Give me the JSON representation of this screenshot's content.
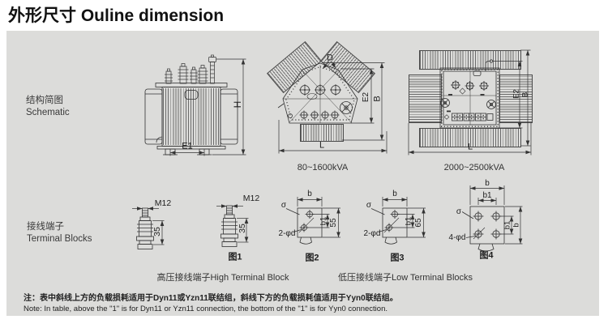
{
  "title": "外形尺寸 Ouline dimension",
  "colors": {
    "panel_bg": "#dcdcda",
    "line": "#333333"
  },
  "rows": {
    "schematic": {
      "label_zh": "结构简图",
      "label_en": "Schematic",
      "caption_mid": "80~1600kVA",
      "caption_right": "2000~2500kVA",
      "dims": {
        "h": "H",
        "e1": "E1",
        "d": "D",
        "e2": "E2",
        "b": "B",
        "l": "L"
      }
    },
    "terminal": {
      "label_zh": "接线端子",
      "label_en": "Terminal Blocks",
      "caption_high": "高压接线端子High Terminal Block",
      "caption_low": "低压接线端子Low Terminal Blocks",
      "fig1": {
        "thread": "M12",
        "height": "35",
        "caption": "图1"
      },
      "fig2": {
        "width": "b",
        "sigma": "σ",
        "width1": "b1",
        "height": "55",
        "holes": "2-φd",
        "caption": "图2"
      },
      "fig3": {
        "width": "b",
        "sigma": "σ",
        "width1": "b1",
        "height": "65",
        "holes": "2-φd",
        "caption": "图3"
      },
      "fig4": {
        "width": "b",
        "width1": "b1",
        "sigma": "σ",
        "holes": "4-φd",
        "caption": "图4"
      }
    }
  },
  "note": {
    "zh": "注：表中斜线上方的负载损耗适用于Dyn11或Yzn11联结组，斜线下方的负载损耗值适用于Yyn0联结组。",
    "en": "Note: In table, above the \"1\" is for Dyn11 or Yzn11 connection, the bottom of the \"1\" is for Yyn0 connection."
  }
}
